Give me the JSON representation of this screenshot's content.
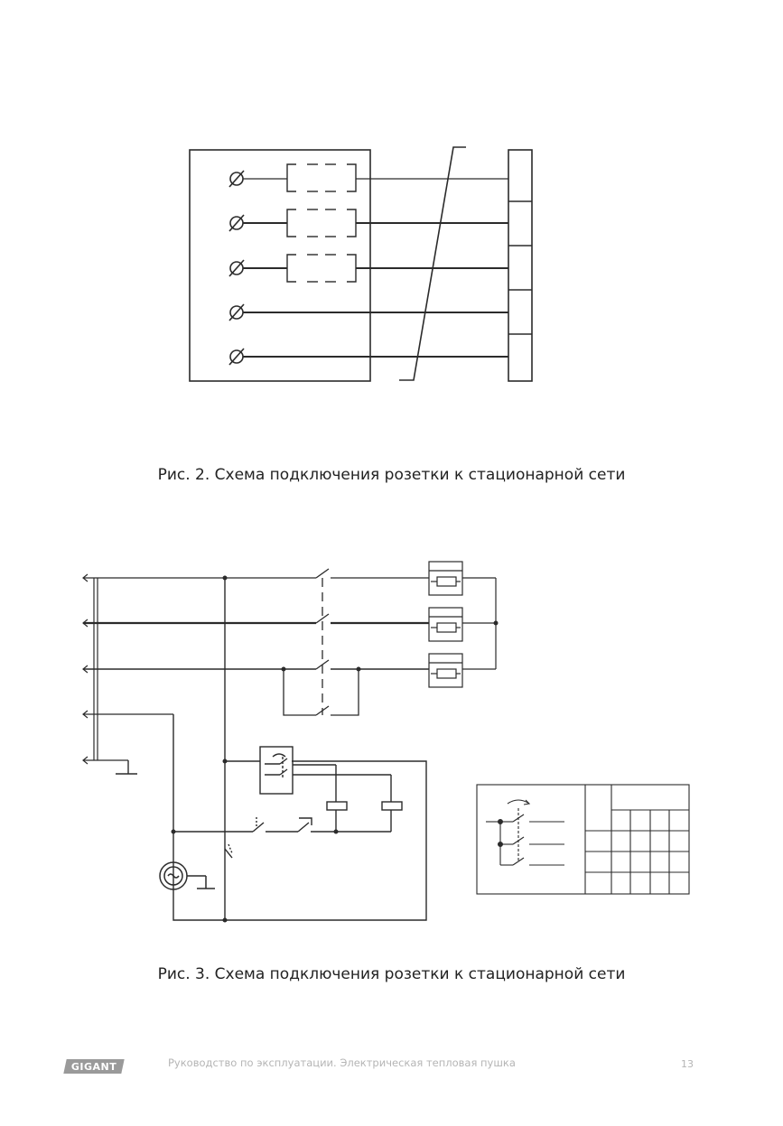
{
  "figure2": {
    "caption": "Рис. 2. Схема подключения розетки к стационарной сети"
  },
  "figure3": {
    "caption": "Рис. 3. Схема подключения розетки к стационарной сети"
  },
  "footer": {
    "brand": "GIGANT",
    "document_title": "Руководство по эксплуатации. Электрическая тепловая пушка",
    "page_number": "13"
  },
  "colors": {
    "line": "#2b2b2b",
    "footer_gray": "#b5b5b5",
    "logo_bg": "#9a9a9a"
  }
}
